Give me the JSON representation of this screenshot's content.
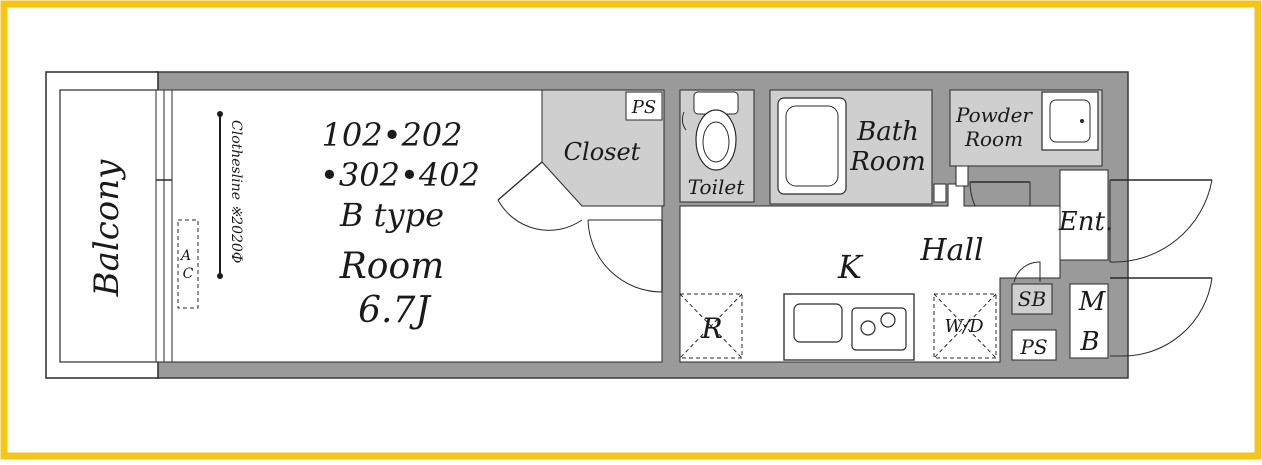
{
  "frame_color": "#f5c518",
  "labels": {
    "balcony": "Balcony",
    "clothesline": "Clothesline ※2020Ф",
    "ac_a": "A",
    "ac_c": "C",
    "units_line1": "102•202",
    "units_line2": "•302•402",
    "type": "B type",
    "room": "Room",
    "room_size": "6.7J",
    "closet": "Closet",
    "ps_top": "PS",
    "toilet": "Toilet",
    "bath_line1": "Bath",
    "bath_line2": "Room",
    "powder_line1": "Powder",
    "powder_line2": "Room",
    "ent": "Ent.",
    "hall": "Hall",
    "kitchen": "K",
    "fridge": "R",
    "washer": "W/D",
    "sb": "SB",
    "ps_bottom": "PS",
    "mb_m": "M",
    "mb_b": "B"
  }
}
